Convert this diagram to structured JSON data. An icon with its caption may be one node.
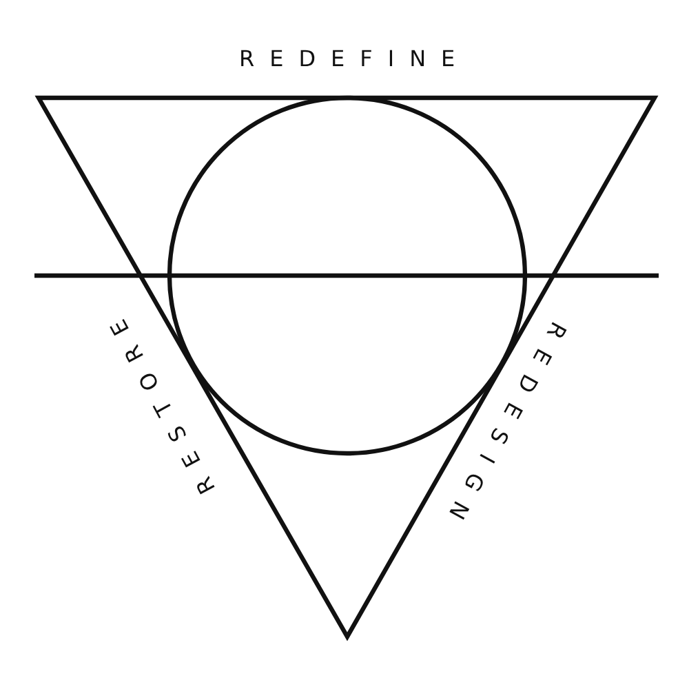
{
  "diagram": {
    "labels": [
      "REDEFINE",
      "RESTORE",
      "REDESIGN"
    ]
  }
}
